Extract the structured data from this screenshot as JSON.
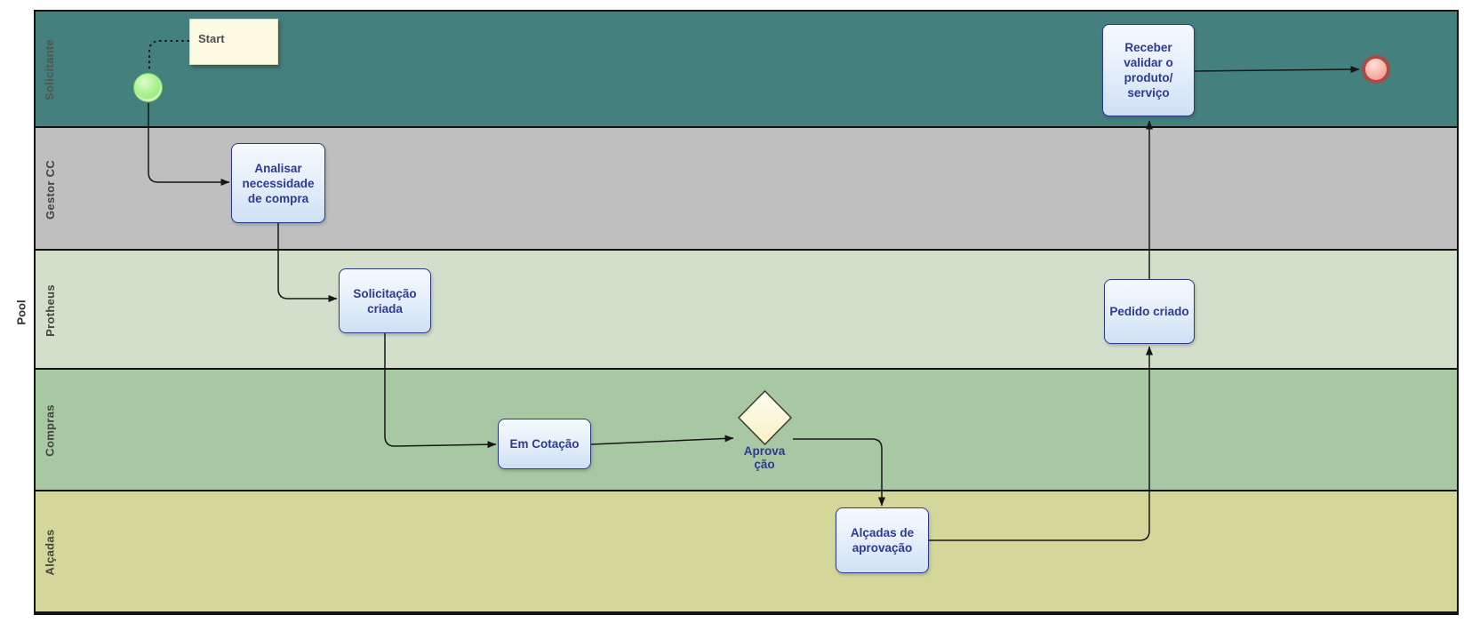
{
  "diagram": {
    "pool_label": "Pool",
    "lanes": [
      {
        "id": "solicitante",
        "label": "Solicitante",
        "color": "#44807E"
      },
      {
        "id": "gestor-cc",
        "label": "Gestor CC",
        "color": "#BFBFBF"
      },
      {
        "id": "protheus",
        "label": "Protheus",
        "color": "#D2DFCA"
      },
      {
        "id": "compras",
        "label": "Compras",
        "color": "#A8C8A3"
      },
      {
        "id": "alcadas",
        "label": "Alçadas",
        "color": "#D3D79A"
      }
    ],
    "nodes": {
      "start_note": {
        "label": "Start",
        "fill": "#FCFAE2"
      },
      "start_event": {
        "kind": "start-event",
        "fill": "#8CE86C"
      },
      "analisar": {
        "lines": [
          "Analisar",
          "necessidade",
          "de compra"
        ]
      },
      "solicitacao": {
        "lines": [
          "Solicitação",
          "criada"
        ]
      },
      "em_cotacao": {
        "lines": [
          "Em Cotação"
        ]
      },
      "aprovacao": {
        "kind": "gateway",
        "lines": [
          "Aprova",
          "ção"
        ],
        "fill": "#FBF5C0"
      },
      "alcadas": {
        "lines": [
          "Alçadas de",
          "aprovação"
        ]
      },
      "pedido": {
        "lines": [
          "Pedido criado"
        ]
      },
      "receber": {
        "lines": [
          "Receber",
          "validar o",
          "produto/",
          "serviço"
        ]
      },
      "end_event": {
        "kind": "end-event",
        "fill": "#F39185",
        "border": "#A84A45"
      }
    },
    "flows": [
      {
        "id": "assoc-note",
        "from": "start_note",
        "to": "start_event",
        "style": "dotted-association"
      },
      {
        "id": "flow-1",
        "from": "start_event",
        "to": "analisar"
      },
      {
        "id": "flow-2",
        "from": "analisar",
        "to": "solicitacao"
      },
      {
        "id": "flow-3",
        "from": "solicitacao",
        "to": "em_cotacao"
      },
      {
        "id": "flow-4",
        "from": "em_cotacao",
        "to": "aprovacao"
      },
      {
        "id": "flow-5",
        "from": "aprovacao",
        "to": "alcadas"
      },
      {
        "id": "flow-6",
        "from": "alcadas",
        "to": "pedido"
      },
      {
        "id": "flow-7",
        "from": "pedido",
        "to": "receber"
      },
      {
        "id": "flow-8",
        "from": "receber",
        "to": "end_event"
      }
    ],
    "task_style": {
      "border": "#2B3A8C",
      "text": "#2D3A93",
      "fill_top": "#F4F9FD",
      "fill_bottom": "#CFE0F4"
    }
  }
}
